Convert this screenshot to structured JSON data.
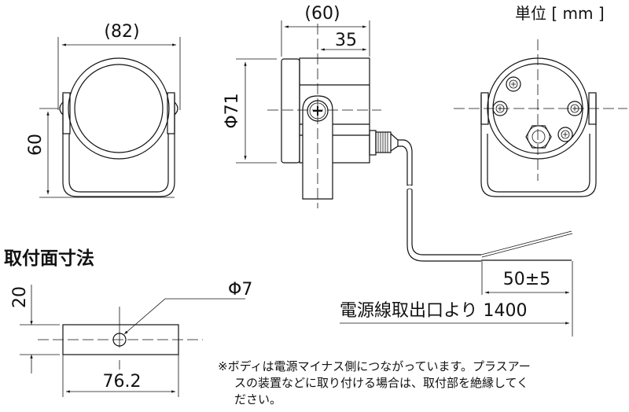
{
  "unit_label": "単位 [ mm ]",
  "front_view": {
    "width_dim": "(82)",
    "height_dim": "60"
  },
  "side_view": {
    "depth_dim": "(60)",
    "body_dim": "35",
    "diameter_dim": "Φ71"
  },
  "cable": {
    "strip_dim": "50±5",
    "length_dim": "電源線取出口より 1400"
  },
  "mounting": {
    "title": "取付面寸法",
    "height_dim": "20",
    "hole_dim": "Φ7",
    "pitch_dim": "76.2"
  },
  "note": {
    "line1": "※ボディは電源マイナス側につながっています。プラスアー",
    "line2": "スの装置などに取り付ける場合は、取付部を絶縁してく",
    "line3": "ださい。"
  }
}
